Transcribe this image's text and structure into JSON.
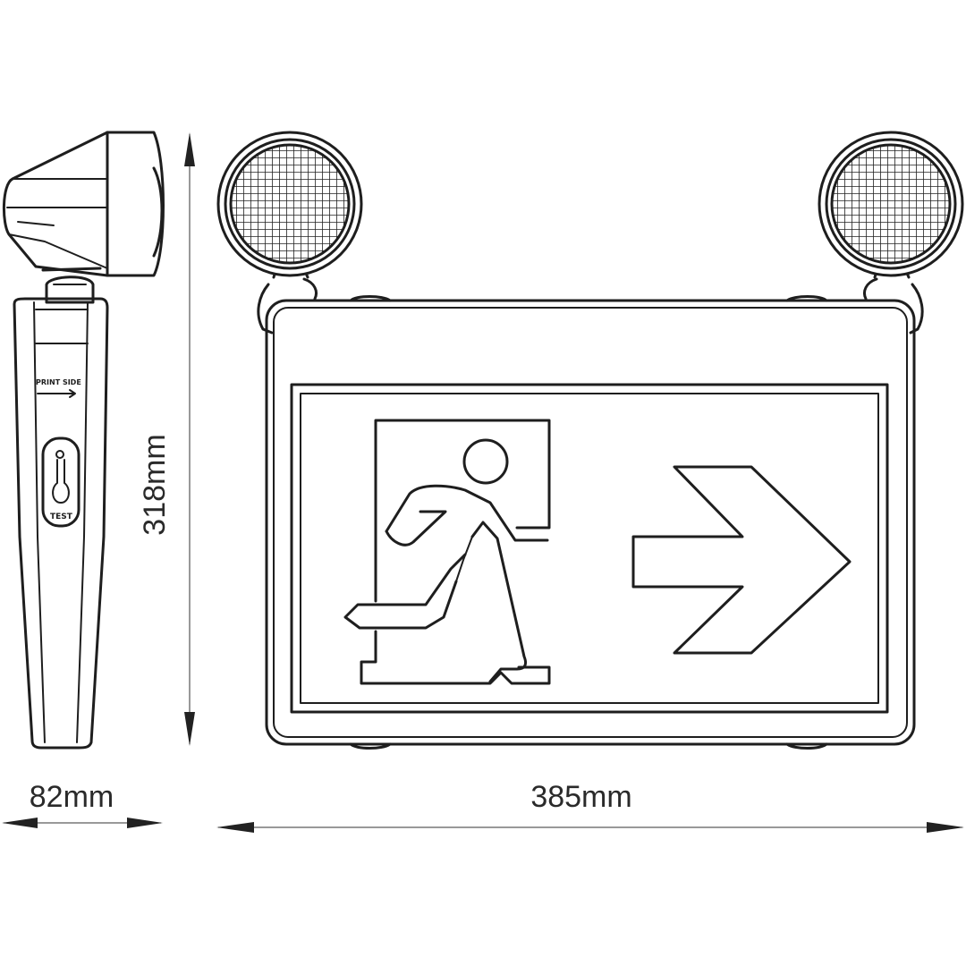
{
  "dimensions": {
    "height_label": "318mm",
    "depth_label": "82mm",
    "width_label": "385mm"
  },
  "side_view": {
    "label_top": "PRINT SIDE",
    "label_test": "TEST"
  },
  "colors": {
    "line": "#1e1e1e",
    "background": "#ffffff"
  }
}
